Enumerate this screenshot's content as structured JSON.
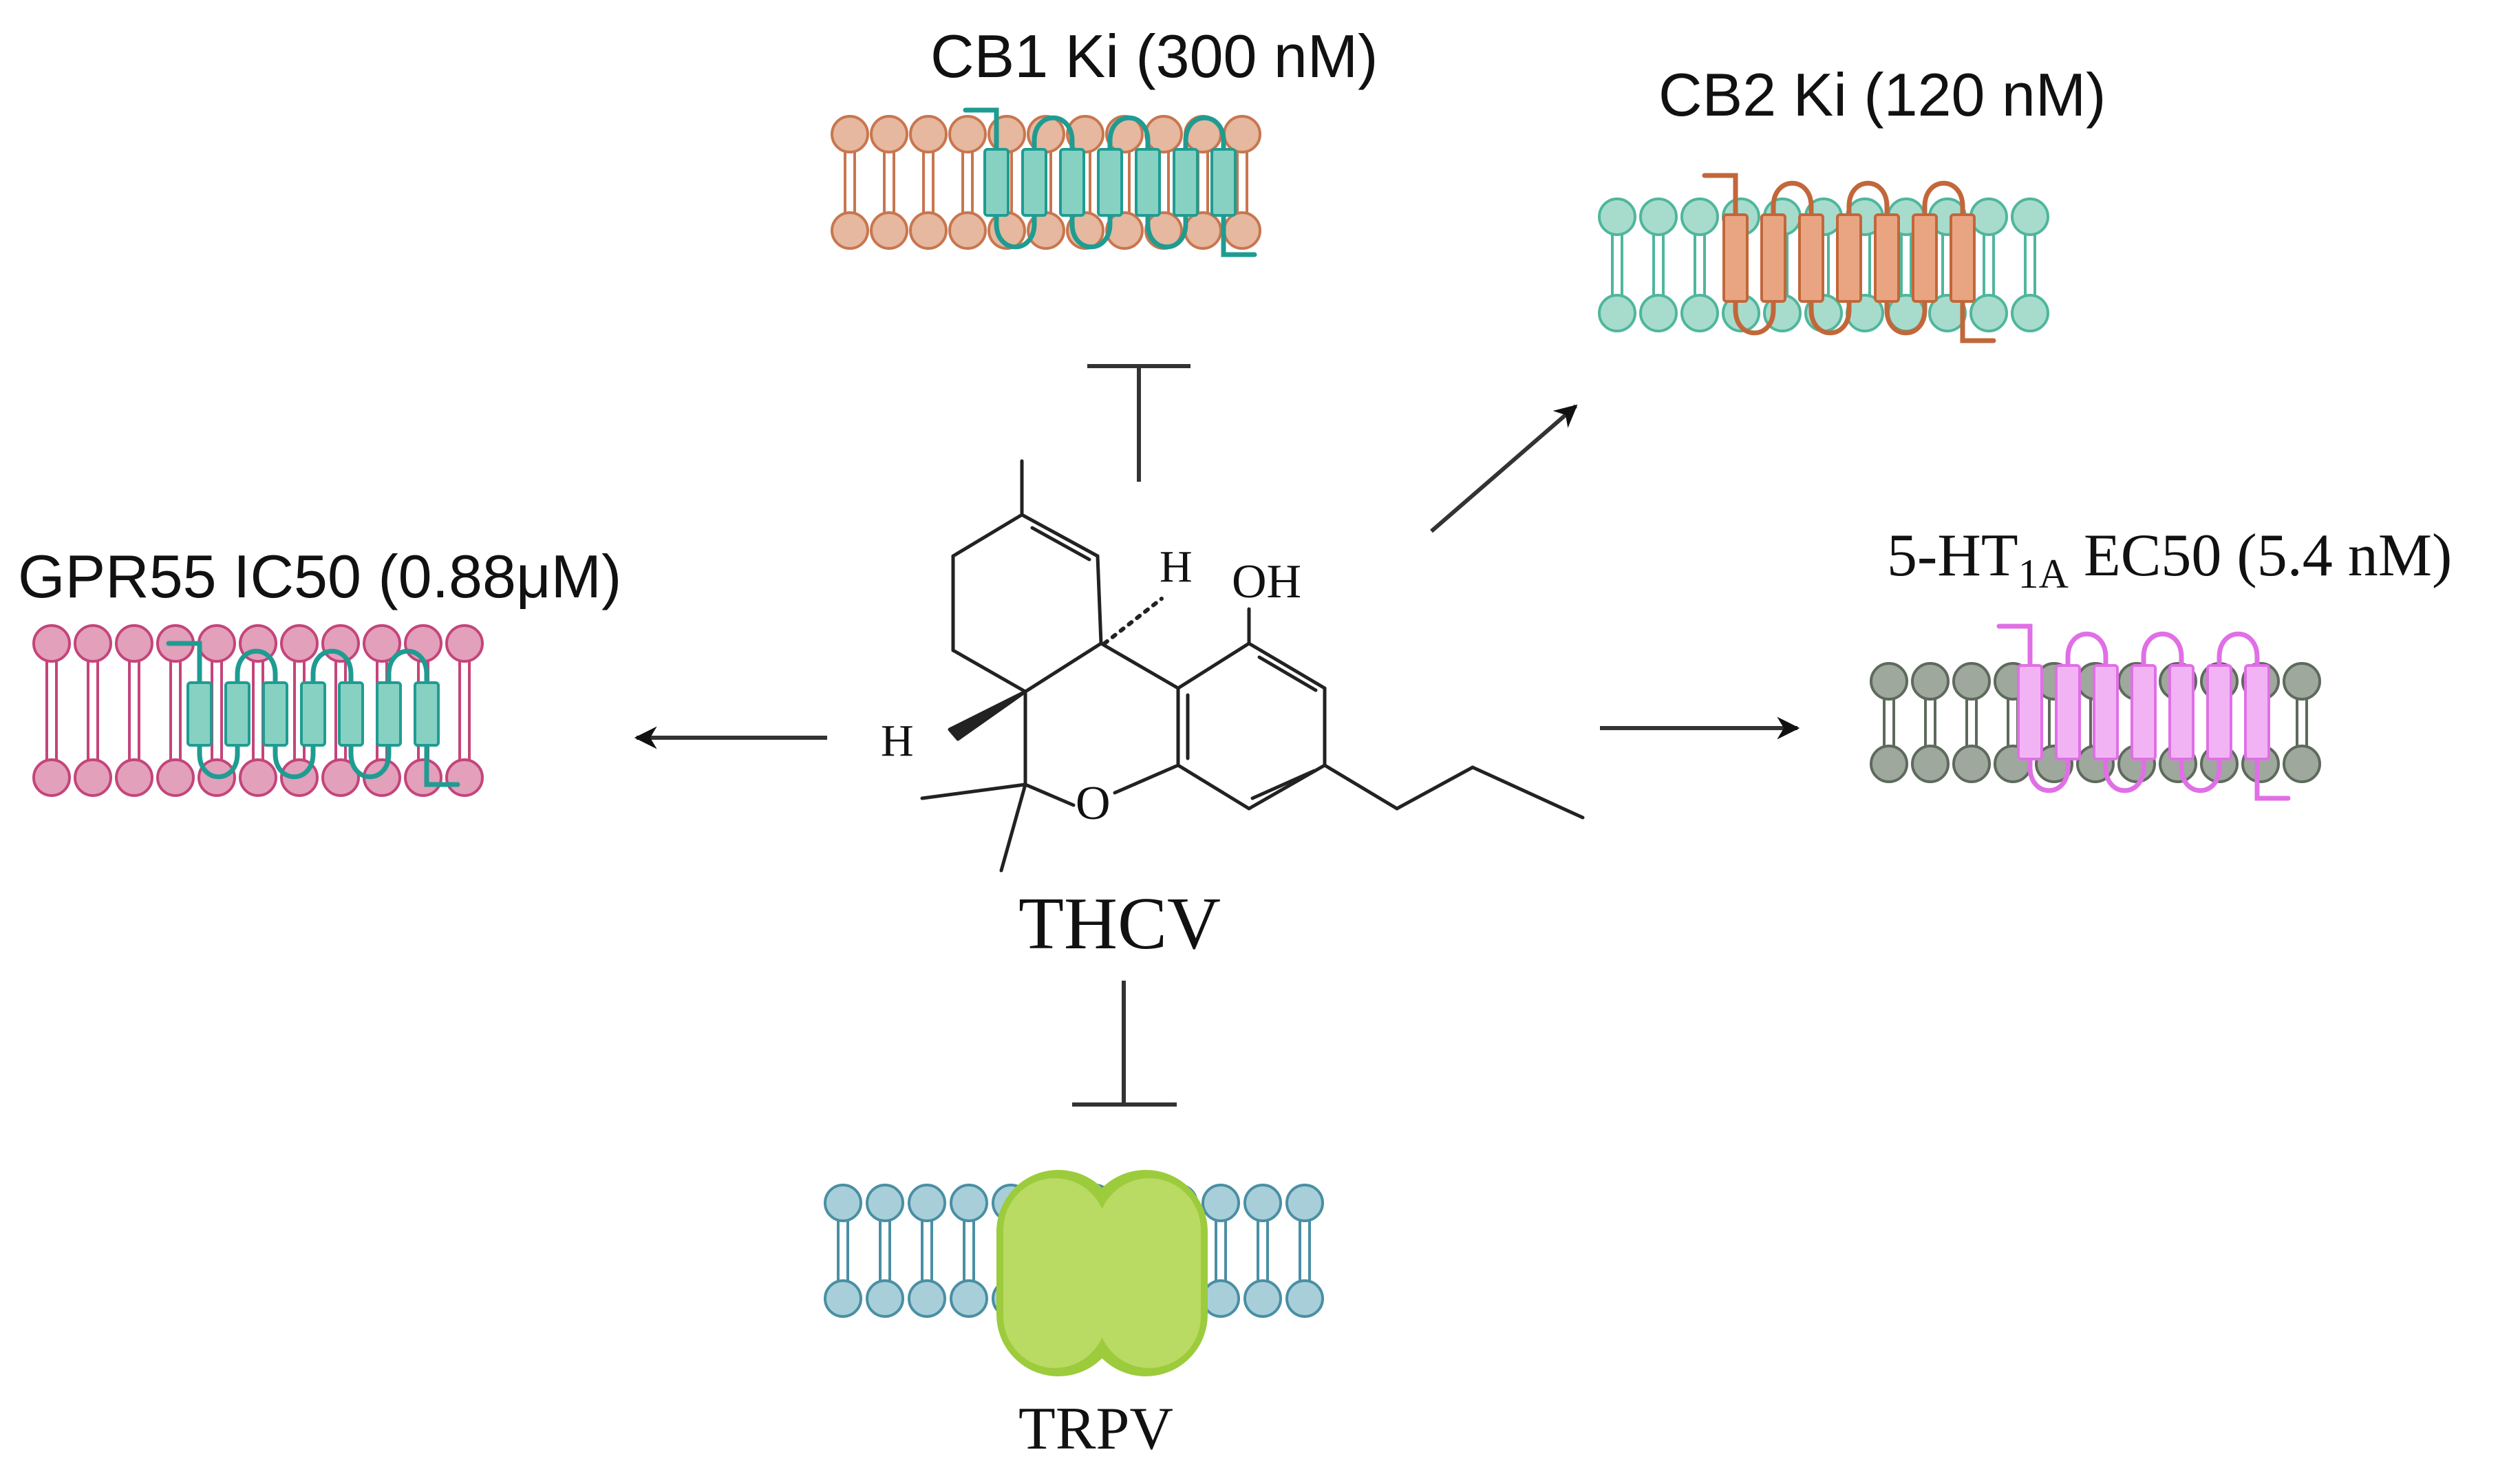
{
  "center": {
    "name": "THCV",
    "atom_labels": {
      "oh": "OH",
      "o": "O",
      "h1": "H",
      "h2": "H"
    }
  },
  "targets": {
    "cb1": {
      "label": "CB1 Ki (300 nM)",
      "effect": "inhibition",
      "membrane_color": "#e5b89f",
      "membrane_stroke": "#c8764f",
      "receptor_color": "#1f9c92",
      "receptor_fill": "#86d1c2"
    },
    "cb2": {
      "label": "CB2 Ki (120 nM)",
      "effect": "activation",
      "membrane_color": "#a7dccd",
      "membrane_stroke": "#4fb69c",
      "receptor_color": "#c2673a",
      "receptor_fill": "#e9a582"
    },
    "gpr55": {
      "label": "GPR55 IC50 (0.88μM)",
      "effect": "activation",
      "membrane_color": "#e2a0bb",
      "membrane_stroke": "#c4457a",
      "receptor_color": "#1f9c92",
      "receptor_fill": "#86d1c2"
    },
    "ht1a": {
      "label_prefix": "5-HT",
      "label_sub": "1A",
      "label_suffix": " EC50 (5.4 nM)",
      "effect": "activation",
      "membrane_color": "#9ea89c",
      "membrane_stroke": "#5d6a5c",
      "receptor_color": "#e06fe6",
      "receptor_fill": "#f2b3f5"
    },
    "trpv": {
      "label": "TRPV",
      "effect": "inhibition",
      "membrane_color": "#a8cfd9",
      "membrane_stroke": "#4a8fa3",
      "channel_color": "#9ccb3c",
      "channel_fill": "#b9da63"
    }
  }
}
